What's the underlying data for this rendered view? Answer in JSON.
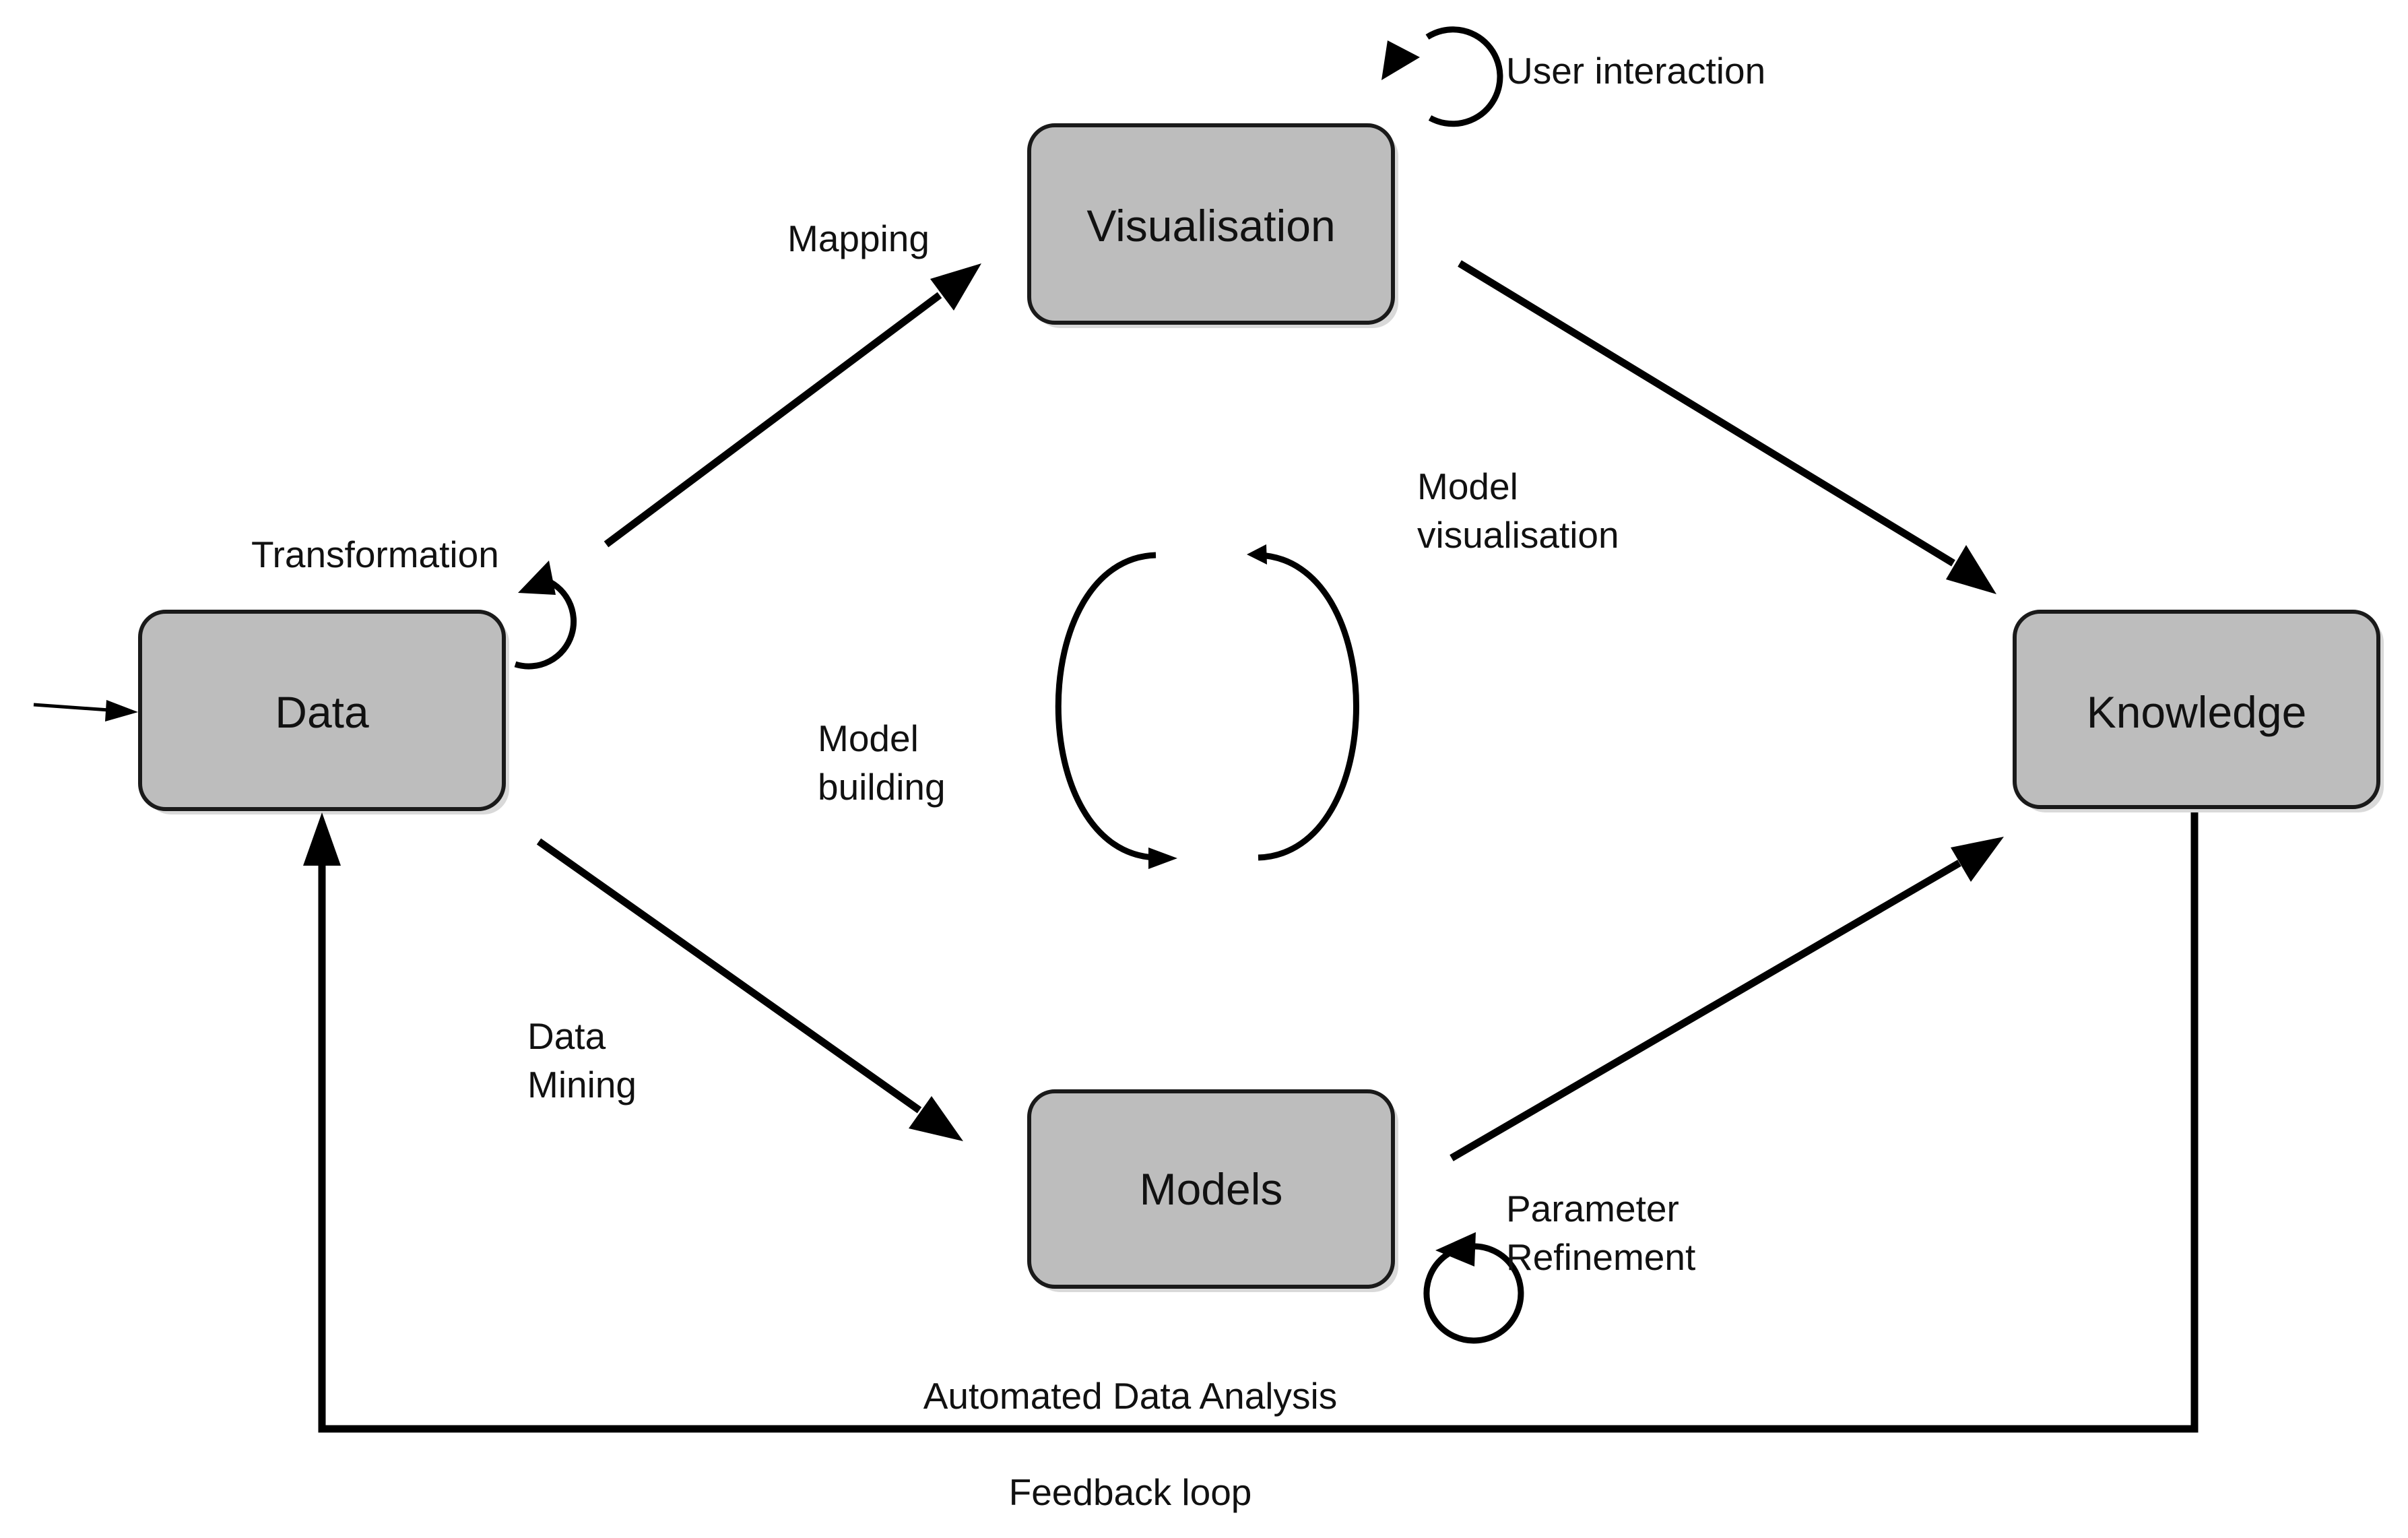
{
  "nodes": {
    "data": "Data",
    "visualisation": "Visualisation",
    "models": "Models",
    "knowledge": "Knowledge"
  },
  "labels": {
    "mapping": "Mapping",
    "transformation": "Transformation",
    "user_interaction": "User interaction",
    "model_visualisation": [
      "Model",
      "visualisation"
    ],
    "model_building": [
      "Model",
      "building"
    ],
    "data_mining": [
      "Data",
      "Mining"
    ],
    "parameter_refinement": [
      "Parameter",
      "Refinement"
    ],
    "automated_data_analysis": "Automated Data Analysis",
    "feedback_loop": "Feedback loop"
  }
}
